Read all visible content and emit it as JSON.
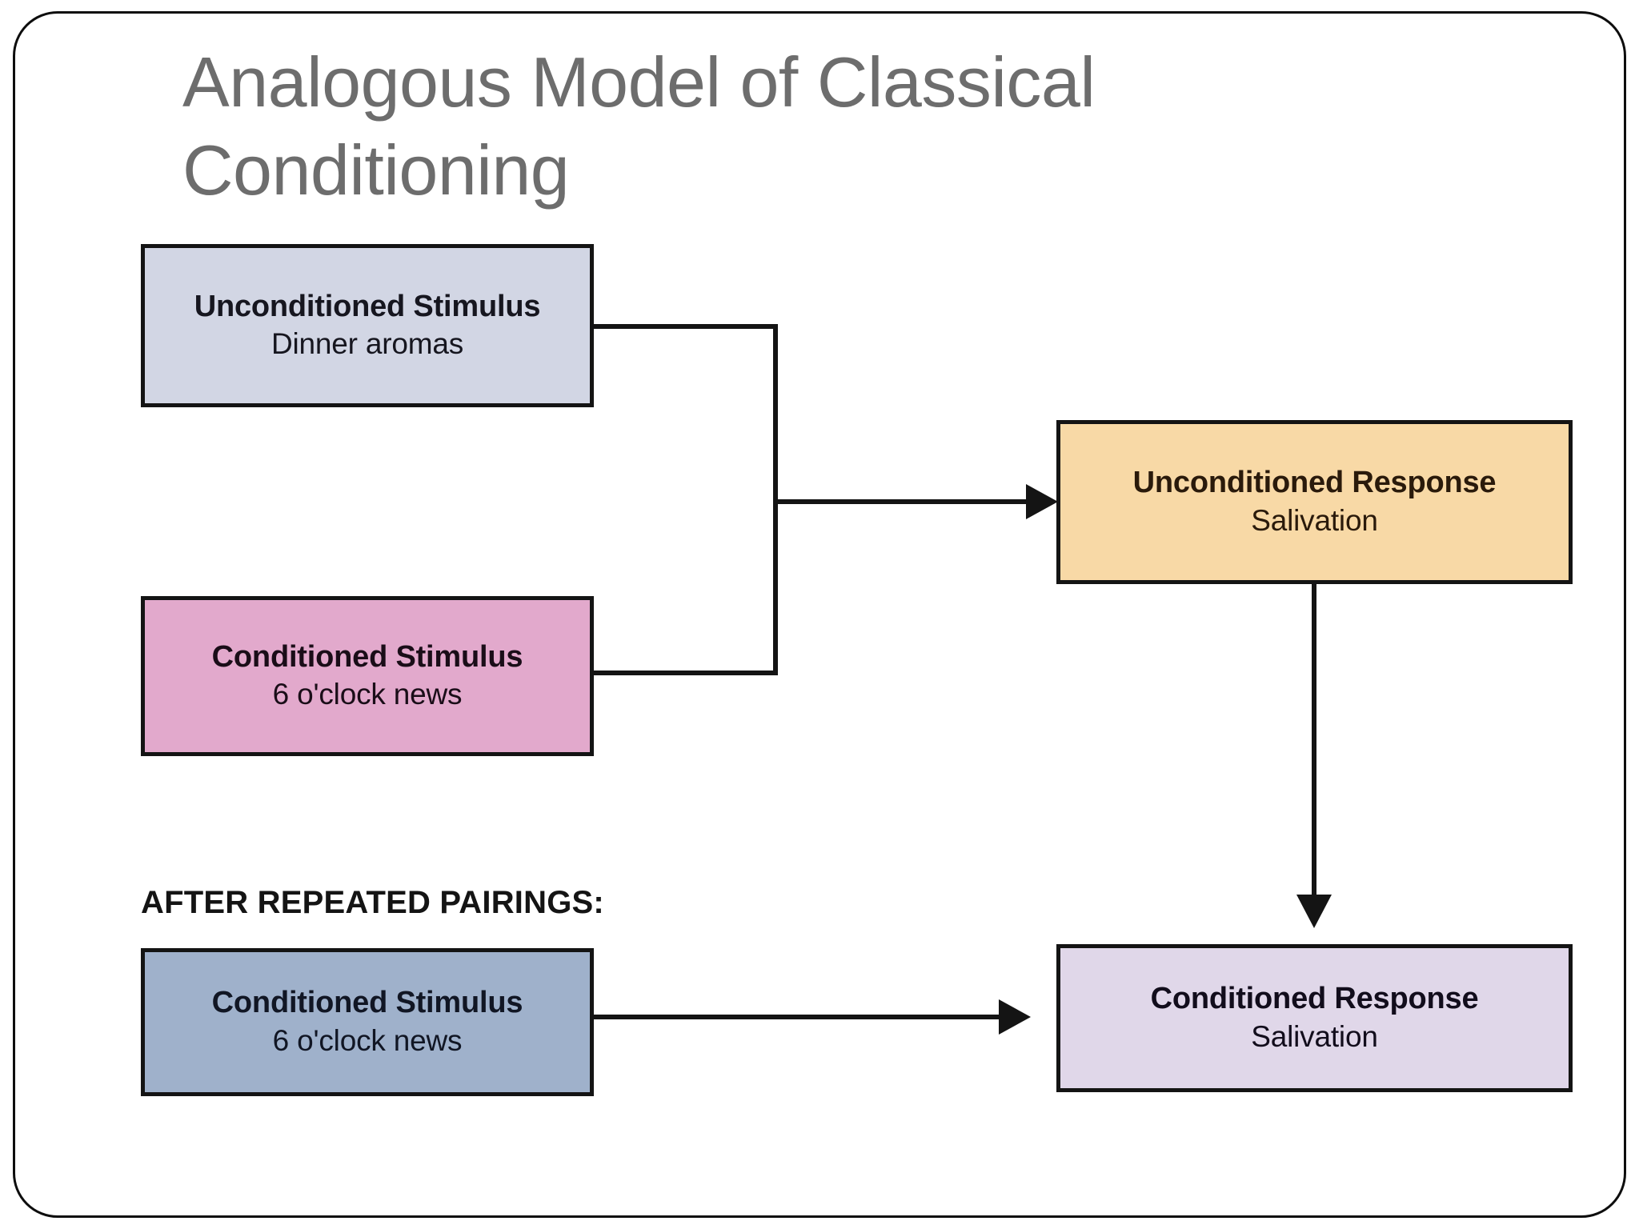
{
  "slide": {
    "title": "Analogous Model of Classical Conditioning",
    "after_pairings_label": "AFTER REPEATED PAIRINGS:",
    "frame_color": "#0d0d0d",
    "title_color": "#6d6d6d",
    "background": "#ffffff"
  },
  "boxes": {
    "unconditioned_stimulus": {
      "title": "Unconditioned Stimulus",
      "subtitle": "Dinner aromas",
      "fill": "#d2d6e4",
      "border": "#141414",
      "text_color": "#16161f"
    },
    "conditioned_stimulus_top": {
      "title": "Conditioned Stimulus",
      "subtitle": "6 o'clock news",
      "fill": "#e2a9cc",
      "border": "#141414",
      "text_color": "#1a0d18"
    },
    "unconditioned_response": {
      "title": "Unconditioned Response",
      "subtitle": "Salivation",
      "fill": "#f8d9a6",
      "border": "#141414",
      "text_color": "#2a1a0b"
    },
    "conditioned_stimulus_bottom": {
      "title": "Conditioned Stimulus",
      "subtitle": "6 o'clock news",
      "fill": "#9fb1cb",
      "border": "#141414",
      "text_color": "#111624"
    },
    "conditioned_response": {
      "title": "Conditioned Response",
      "subtitle": "Salivation",
      "fill": "#e0d7e9",
      "border": "#141414",
      "text_color": "#120d1c"
    }
  },
  "connectors": [
    {
      "name": "us-and-cs-to-ur",
      "from": [
        "unconditioned_stimulus",
        "conditioned_stimulus_top"
      ],
      "to": "unconditioned_response",
      "style": "bracket-arrow",
      "color": "#141414"
    },
    {
      "name": "ur-to-cr",
      "from": "unconditioned_response",
      "to": "conditioned_response",
      "style": "vertical-arrow",
      "color": "#141414"
    },
    {
      "name": "cs-to-cr",
      "from": "conditioned_stimulus_bottom",
      "to": "conditioned_response",
      "style": "horizontal-arrow",
      "color": "#141414"
    }
  ]
}
